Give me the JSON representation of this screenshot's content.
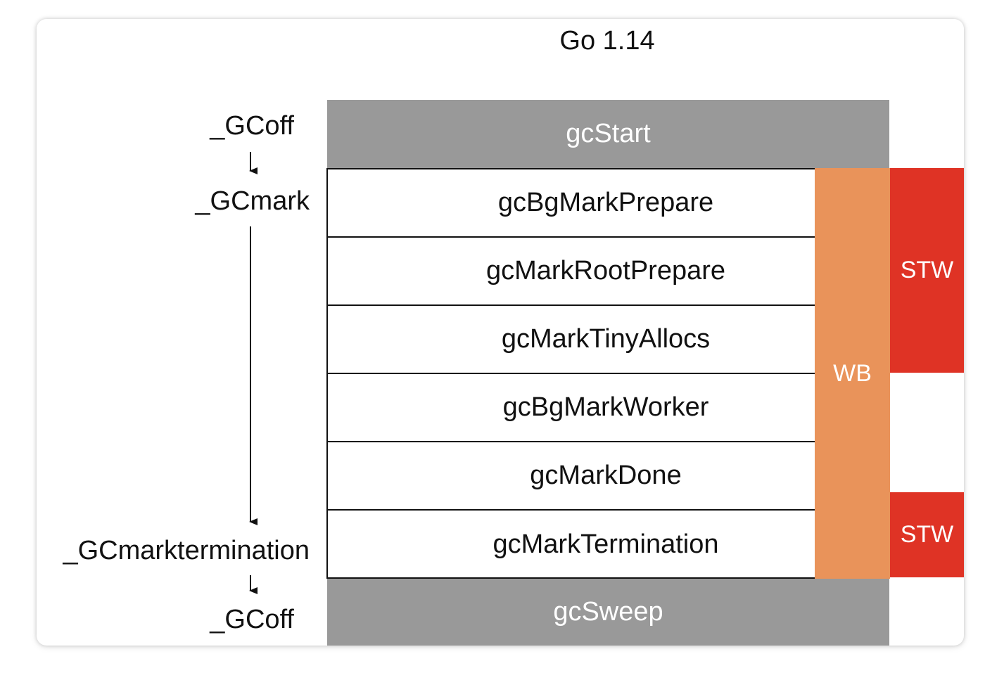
{
  "title": "Go 1.14",
  "colors": {
    "gray_bar": "#999999",
    "write_barrier": "#E9935A",
    "stop_the_world": "#DF3325"
  },
  "top_bar": {
    "label": "gcStart"
  },
  "bottom_bar": {
    "label": "gcSweep"
  },
  "stages": [
    {
      "label": "gcBgMarkPrepare"
    },
    {
      "label": "gcMarkRootPrepare"
    },
    {
      "label": "gcMarkTinyAllocs"
    },
    {
      "label": "gcBgMarkWorker"
    },
    {
      "label": "gcMarkDone"
    },
    {
      "label": "gcMarkTermination"
    }
  ],
  "write_barrier": {
    "label": "WB"
  },
  "stw_blocks": [
    {
      "label": "STW"
    },
    {
      "label": "STW"
    }
  ],
  "gc_states": [
    {
      "label": "_GCoff"
    },
    {
      "label": "_GCmark"
    },
    {
      "label": "_GCmarktermination"
    },
    {
      "label": "_GCoff"
    }
  ]
}
